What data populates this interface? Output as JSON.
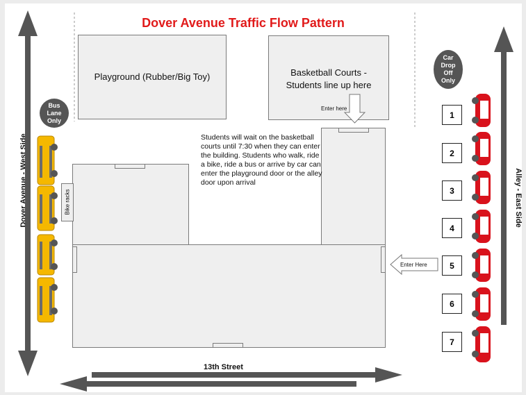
{
  "title": "Dover Avenue Traffic Flow Pattern",
  "playground": "Playground (Rubber/Big Toy)",
  "basketball": "Basketball Courts - Students line up here",
  "enter_here_top": "Enter here",
  "enter_here_right": "Enter Here",
  "note": "Students will wait on the basketball courts until 7:30 when they can enter the building. Students who walk, ride a bike, ride a bus or arrive by car can enter the playground door or the alley door upon arrival",
  "bus_lane": "Bus Lane Only",
  "car_drop": "Car Drop Off Only",
  "bike_racks": "Bike racks",
  "west_side": "Dover Avenue - West Side",
  "east_side": "Alley - East Side",
  "street": "13th Street",
  "spots": [
    "1",
    "2",
    "3",
    "4",
    "5",
    "6",
    "7"
  ],
  "colors": {
    "title": "#e11a1a",
    "bus": "#f5b800",
    "car": "#d9121c",
    "arrow": "#555555"
  }
}
